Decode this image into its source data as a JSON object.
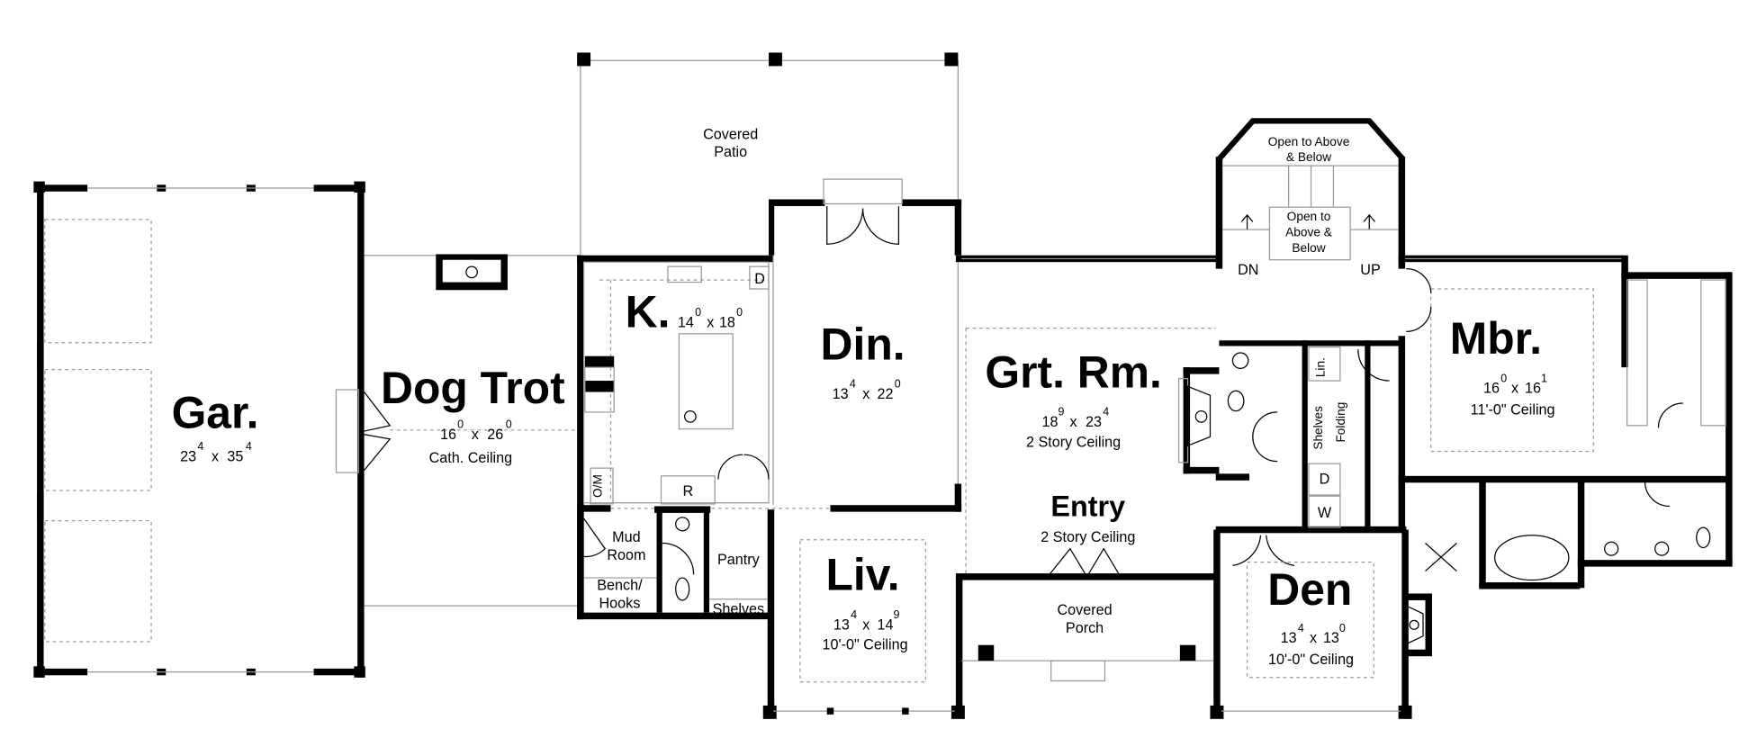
{
  "rooms": {
    "garage": {
      "name": "Gar.",
      "w": "23",
      "w_in": "4",
      "l": "35",
      "l_in": "4"
    },
    "dog_trot": {
      "name": "Dog Trot",
      "w": "16",
      "w_in": "0",
      "l": "26",
      "l_in": "0",
      "note": "Cath. Ceiling"
    },
    "kitchen": {
      "name": "K.",
      "w": "14",
      "w_in": "0",
      "l": "18",
      "l_in": "0"
    },
    "dining": {
      "name": "Din.",
      "w": "13",
      "w_in": "4",
      "l": "22",
      "l_in": "0"
    },
    "great_room": {
      "name": "Grt. Rm.",
      "w": "18",
      "w_in": "9",
      "l": "23",
      "l_in": "4",
      "note": "2 Story Ceiling"
    },
    "entry": {
      "name": "Entry",
      "note": "2 Story Ceiling"
    },
    "living": {
      "name": "Liv.",
      "w": "13",
      "w_in": "4",
      "l": "14",
      "l_in": "9",
      "note": "10'-0\" Ceiling"
    },
    "den": {
      "name": "Den",
      "w": "13",
      "w_in": "4",
      "l": "13",
      "l_in": "0",
      "note": "10'-0\" Ceiling"
    },
    "master": {
      "name": "Mbr.",
      "w": "16",
      "w_in": "0",
      "l": "16",
      "l_in": "1",
      "note": "11'-0\" Ceiling"
    }
  },
  "labels": {
    "covered_patio": [
      "Covered",
      "Patio"
    ],
    "covered_porch": [
      "Covered",
      "Porch"
    ],
    "open_above_top": [
      "Open to Above",
      "& Below"
    ],
    "open_above_stair": [
      "Open to",
      "Above &",
      "Below"
    ],
    "dn": "DN",
    "up": "UP",
    "mud_room": [
      "Mud",
      "Room"
    ],
    "bench_hooks": [
      "Bench/",
      "Hooks"
    ],
    "pantry": "Pantry",
    "shelves_pantry": "Shelves",
    "om": "O/M",
    "refrigerator": "R",
    "dishwasher": "D",
    "linen": "Lin.",
    "shelves": "Shelves",
    "folding": "Folding",
    "dryer": "D",
    "washer": "W",
    "x": "x"
  }
}
